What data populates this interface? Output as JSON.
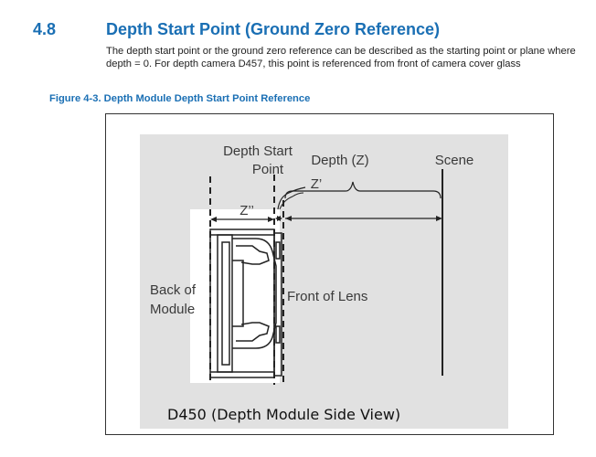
{
  "section": {
    "number": "4.8",
    "title": "Depth Start Point (Ground Zero Reference)",
    "body": "The depth start point or the ground zero reference can be described as the starting point or plane where depth = 0. For depth camera D457, this point is referenced from front of camera cover glass"
  },
  "figure": {
    "caption": "Figure 4-3. Depth Module Depth Start Point Reference",
    "labels": {
      "depth_start_line1": "Depth Start",
      "depth_start_line2": "Point",
      "depth_z": "Depth (Z)",
      "scene": "Scene",
      "z_prime": "Z’",
      "z_double_prime": "Z’’",
      "back_of_line1": "Back of",
      "back_of_line2": "Module",
      "front_of_lens": "Front of Lens",
      "footer": "D450 (Depth Module Side View)"
    },
    "colors": {
      "panel_gray": "#e1e1e1",
      "line": "#222222"
    }
  }
}
